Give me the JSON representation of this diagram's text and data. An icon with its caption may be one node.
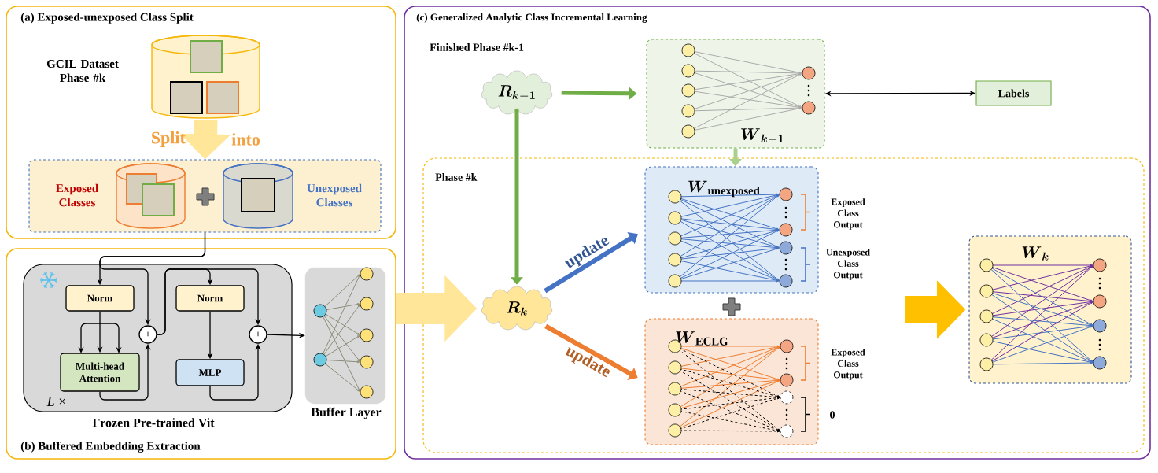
{
  "diagram": {
    "nodes": [
      {
        "text": [
          "(a) Exposed-unexposed Class Split"
        ]
      },
      {
        "text": [],
        "shape": "cylinder",
        "beside": [
          "GCIL Dataset Phase #k"
        ],
        "in": 0
      },
      {
        "text": [],
        "shape": "box",
        "in": 0
      },
      {
        "text": [],
        "shape": "cylinder",
        "beside": [
          "Exposed Classes"
        ],
        "in": 2
      },
      {
        "text": [],
        "shape": "cylinder",
        "beside": [
          "Unexposed Classes"
        ],
        "in": 2
      },
      {
        "text": [
          "(b) Buffered Embedding Extraction"
        ]
      },
      {
        "text": [
          "*L* ×"
        ],
        "beside": [
          "Frozen Pre-trained Vit"
        ],
        "in": 5
      },
      {
        "text": [
          "Norm"
        ],
        "in": 6
      },
      {
        "text": [
          "Multi-head Attention"
        ],
        "in": 6
      },
      {
        "text": [
          "+"
        ],
        "in": 6
      },
      {
        "text": [
          "Norm"
        ],
        "in": 6
      },
      {
        "text": [
          "MLP"
        ],
        "in": 6
      },
      {
        "text": [
          "+"
        ],
        "in": 6
      },
      {
        "text": [],
        "shape": "box",
        "beside": [
          "Buffer Layer"
        ],
        "in": 5
      },
      {
        "text": [
          "(c) Generalized Analytic Class Incremental Learning"
        ]
      },
      {
        "text": [
          "\\boldsymbol{R}_{\\boldsymbol{k-1}}"
        ],
        "in": 14
      },
      {
        "text": [
          "\\boldsymbol{W}_{\\boldsymbol{k-1}}"
        ],
        "in": 14
      },
      {
        "text": [
          "Labels"
        ],
        "in": 14
      },
      {
        "text": [
          "Phase #k"
        ],
        "in": 14
      },
      {
        "text": [
          "\\boldsymbol{R}_{\\boldsymbol{k}}"
        ],
        "in": 18
      },
      {
        "text": [
          "\\boldsymbol{W}_{\\mathbf{unexposed}}",
          "Exposed Class Output",
          "Unexposed Class Output"
        ],
        "in": 18
      },
      {
        "text": [
          "\\boldsymbol{W}_{\\mathbf{ECLG}}",
          "Exposed Class Output",
          "0"
        ],
        "in": 18
      },
      {
        "text": [
          "\\boldsymbol{W}_{\\boldsymbol{k}}"
        ],
        "in": 18
      }
    ],
    "edges": [
      {
        "from": 1,
        "to": 2,
        "arrow": "to",
        "style": "thick",
        "color": "#ffe699"
      },
      {
        "from": 2,
        "to": 7,
        "arrow": "to"
      },
      {
        "from": 2,
        "to": 9,
        "arrow": "to"
      },
      {
        "from": 7,
        "to": 8,
        "arrow": "to"
      },
      {
        "from": 8,
        "to": 9,
        "arrow": "to"
      },
      {
        "from": 9,
        "to": 10,
        "arrow": "to"
      },
      {
        "from": 9,
        "to": 12,
        "arrow": "to"
      },
      {
        "from": 10,
        "to": 11,
        "arrow": "to"
      },
      {
        "from": 11,
        "to": 12,
        "arrow": "to"
      },
      {
        "from": 12,
        "to": 13,
        "arrow": "to"
      },
      {
        "from": 5,
        "to": 19,
        "arrow": "to",
        "style": "thick",
        "color": "#ffe699"
      },
      {
        "from": 15,
        "to": 16,
        "arrow": "to",
        "style": "thick",
        "color": "#70ad47"
      },
      {
        "from": 16,
        "to": 17,
        "arrow": "both"
      },
      {
        "from": 15,
        "to": 19,
        "arrow": "to",
        "style": "thick",
        "color": "#70ad47"
      },
      {
        "from": 16,
        "to": 20,
        "arrow": "to",
        "style": "thick",
        "color": "#a9d18e"
      },
      {
        "from": 19,
        "to": 20,
        "arrow": "to",
        "style": "thick",
        "color": "#4472c4",
        "label": "update"
      },
      {
        "from": 19,
        "to": 21,
        "arrow": "to",
        "style": "thick",
        "color": "#ed7d31",
        "label": "update"
      },
      {
        "from": null,
        "to": 22,
        "arrow": "to",
        "style": "thick",
        "color": "#ffc000"
      }
    ],
    "labels": [
      "Split",
      "into",
      "Finished Phase #k-1"
    ]
  }
}
